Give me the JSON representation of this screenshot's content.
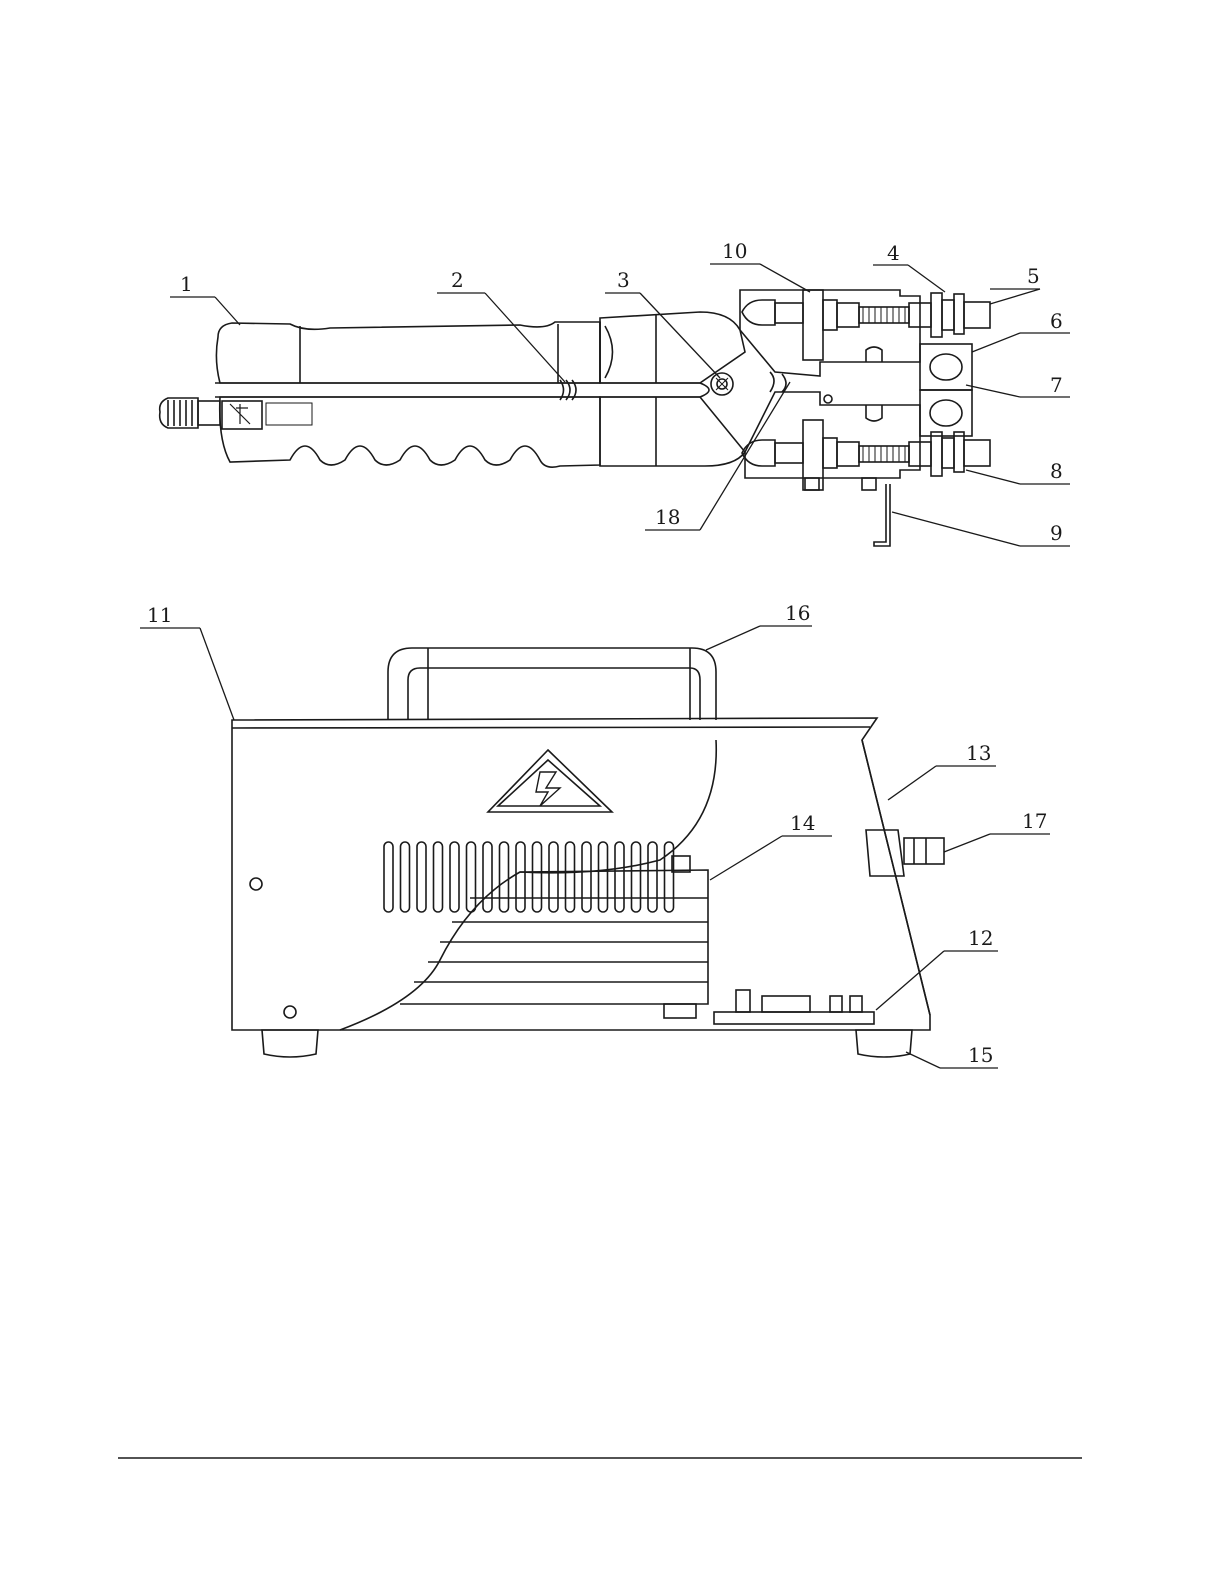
{
  "figure": {
    "tool_callouts": [
      "1",
      "2",
      "3",
      "4",
      "5",
      "6",
      "7",
      "8",
      "9",
      "10",
      "18"
    ],
    "unit_callouts": [
      "11",
      "12",
      "13",
      "14",
      "15",
      "16",
      "17"
    ]
  },
  "colors": {
    "line": "#1a1a1a",
    "hatch": "#333333",
    "paper": "#ffffff"
  },
  "icons": {
    "warning": "high-voltage-warning-icon"
  }
}
